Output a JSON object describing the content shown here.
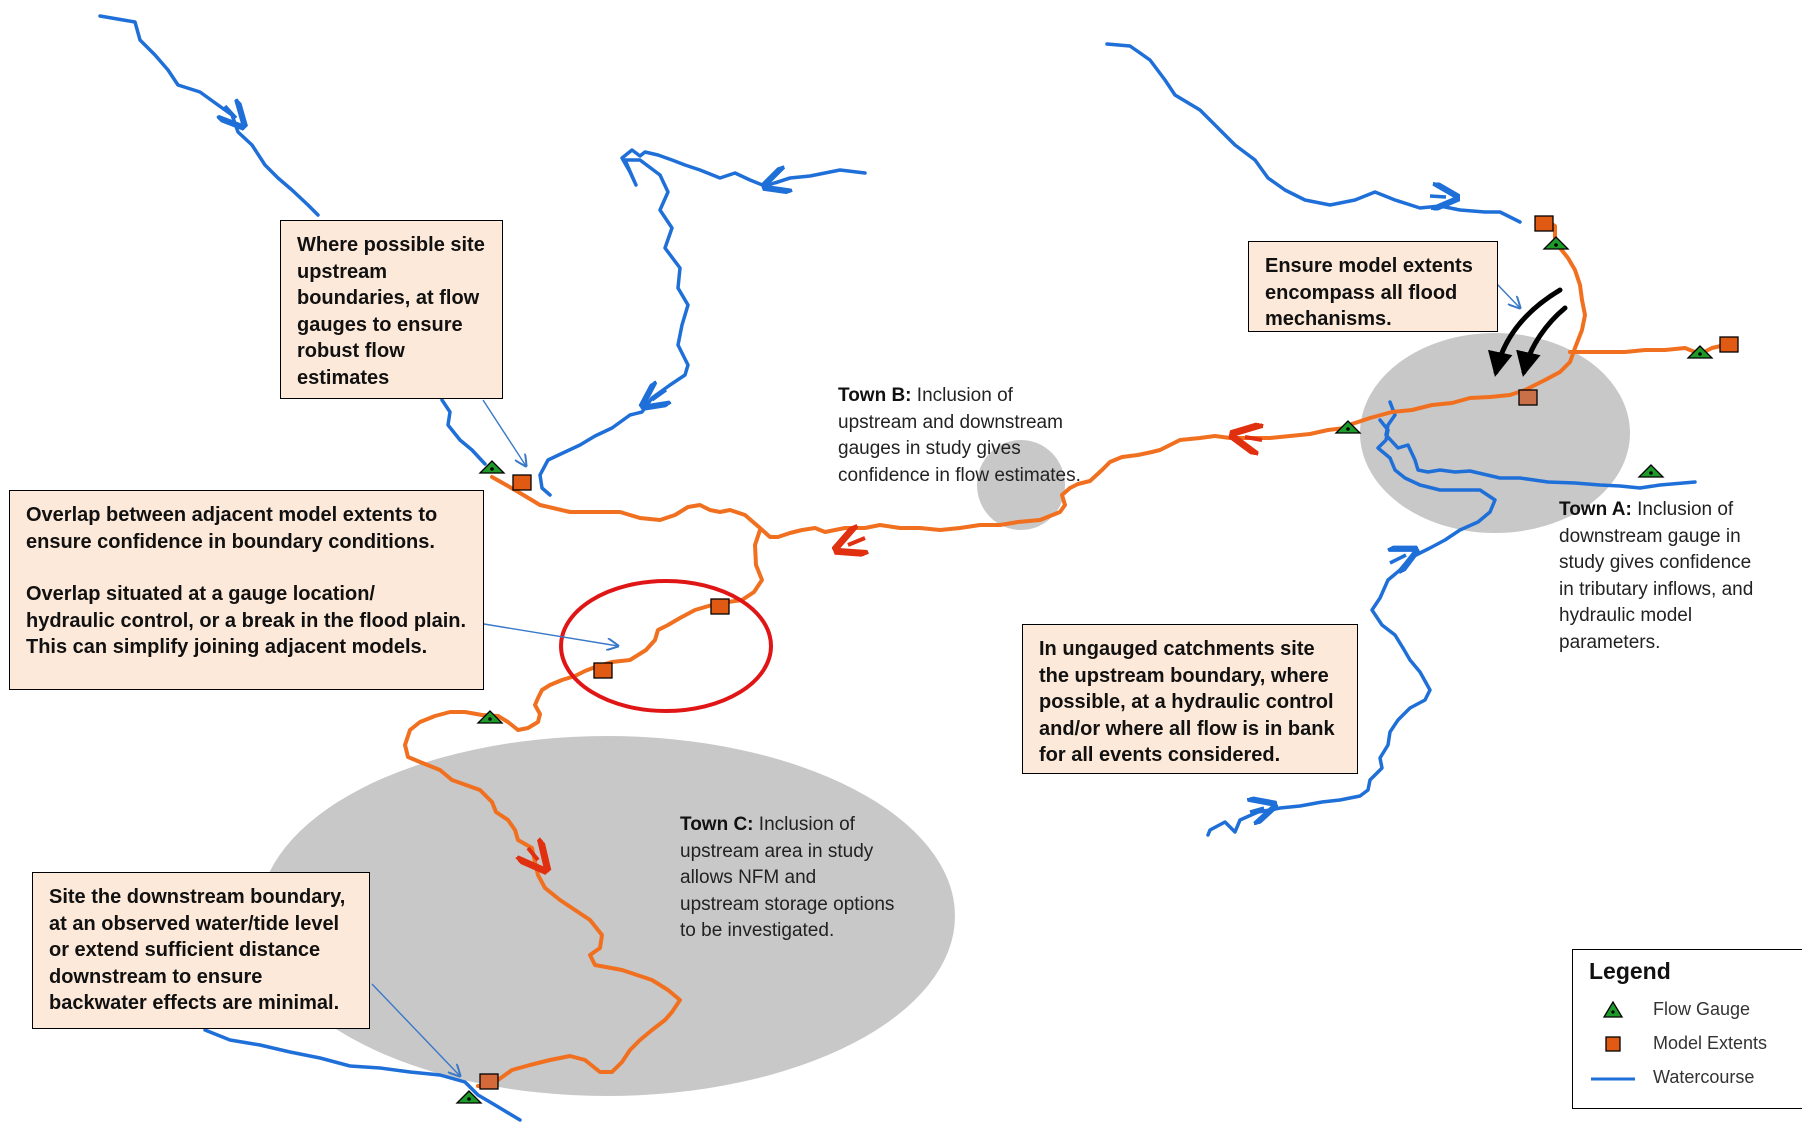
{
  "callouts": {
    "upstream_boundaries": "Where possible site upstream boundaries, at flow gauges to ensure robust flow estimates",
    "overlap_1": "Overlap between adjacent model extents to ensure confidence in boundary conditions.",
    "overlap_2": "Overlap situated at a gauge location/ hydraulic control, or a break in the flood plain. This can simplify joining adjacent models.",
    "model_extents": "Ensure model extents encompass all flood mechanisms.",
    "ungauged": "In ungauged catchments site the upstream boundary, where possible, at a hydraulic control and/or where all flow is in bank for all events considered.",
    "downstream": "Site the downstream boundary, at an observed water/tide level or extend sufficient distance downstream to ensure backwater effects are minimal."
  },
  "towns": {
    "a": {
      "label": "Town A:",
      "text": "Inclusion of downstream gauge in study gives confidence in tributary inflows, and hydraulic model parameters."
    },
    "b": {
      "label": "Town B:",
      "text": "Inclusion of upstream and downstream gauges in study gives confidence in flow estimates."
    },
    "c": {
      "label": "Town C:",
      "text": "Inclusion of upstream area in study allows NFM and upstream storage options to be investigated."
    }
  },
  "legend": {
    "title": "Legend",
    "items": [
      {
        "label": "Flow Gauge",
        "symbol": "triangle-icon"
      },
      {
        "label": "Model Extents",
        "symbol": "square-icon"
      },
      {
        "label": "Watercourse",
        "symbol": "line-icon"
      }
    ]
  },
  "colors": {
    "watercourse": "#1f6fd8",
    "modelled_river": "#f07020",
    "flow_arrow": "#e03010",
    "gauge_fill": "#1e9a2a",
    "extent_fill": "#e05a14",
    "town_area": "#c8c8c8",
    "overlap_circle": "#e01515",
    "callout_bg": "#fde9d9"
  }
}
